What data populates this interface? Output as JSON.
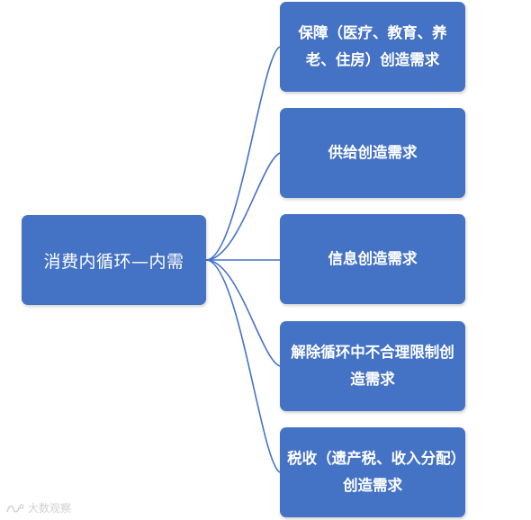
{
  "diagram": {
    "root": {
      "label": "消费内循环—内需"
    },
    "children": [
      {
        "label": "保障（医疗、教育、养老、住房）创造需求"
      },
      {
        "label": "供给创造需求"
      },
      {
        "label": "信息创造需求"
      },
      {
        "label": "解除循环中不合理限制创造需求"
      },
      {
        "label": "税收（遗产税、收入分配）创造需求"
      }
    ]
  },
  "colors": {
    "node_fill": "#4472c4",
    "node_text": "#ffffff",
    "connector": "#4472c4"
  },
  "watermark": {
    "icon": "logo-mark-icon",
    "text": "大数观察"
  }
}
